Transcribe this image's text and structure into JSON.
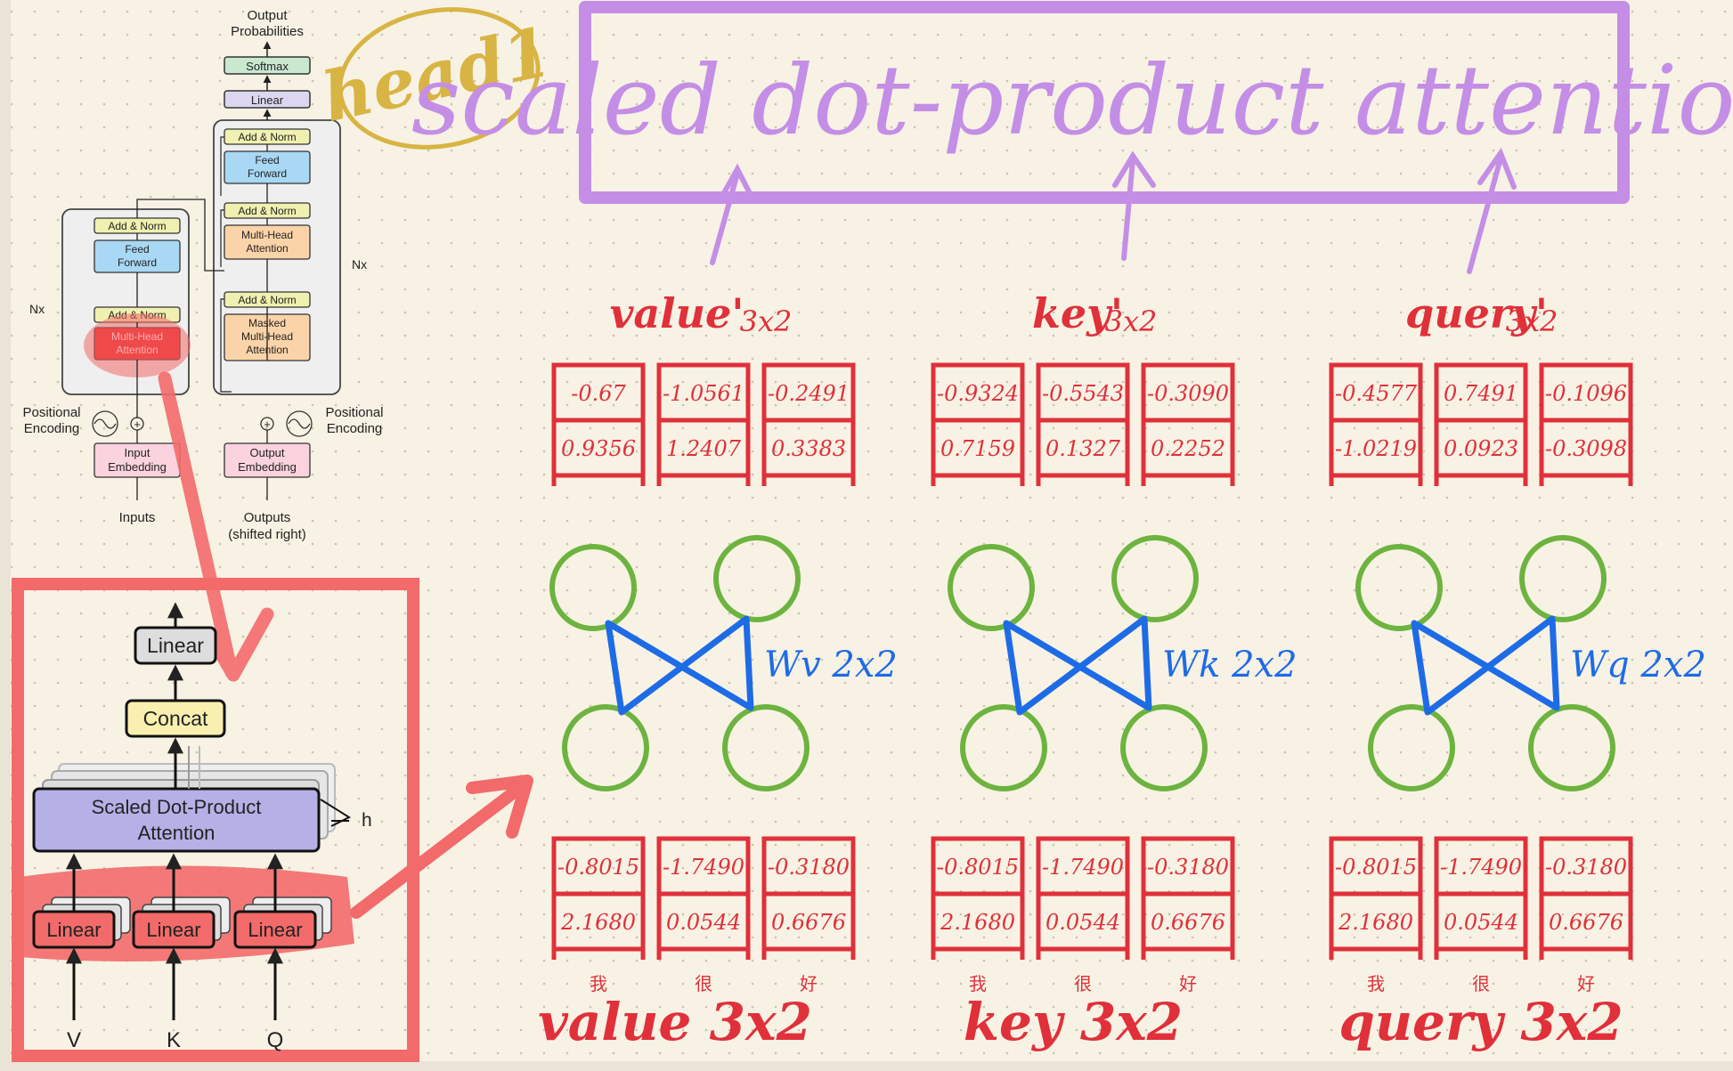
{
  "transformer": {
    "output_probabilities": [
      "Output",
      "Probabilities"
    ],
    "softmax": "Softmax",
    "linear": "Linear",
    "add_norm": "Add & Norm",
    "feed_forward": [
      "Feed",
      "Forward"
    ],
    "multi_head_attention": [
      "Multi-Head",
      "Attention"
    ],
    "masked_multi_head_attention": [
      "Masked",
      "Multi-Head",
      "Attention"
    ],
    "nx": "Nx",
    "positional_encoding": [
      "Positional",
      "Encoding"
    ],
    "input_embedding": [
      "Input",
      "Embedding"
    ],
    "output_embedding": [
      "Output",
      "Embedding"
    ],
    "inputs": "Inputs",
    "outputs": [
      "Outputs",
      "(shifted right)"
    ]
  },
  "multihead": {
    "linear_top": "Linear",
    "concat": "Concat",
    "sdpa": [
      "Scaled Dot-Product",
      "Attention"
    ],
    "h": "h",
    "linear": "Linear",
    "inputs": [
      "V",
      "K",
      "Q"
    ]
  },
  "annotations": {
    "head": "head1",
    "title": "scaled dot-product attention"
  },
  "columns": [
    {
      "id": "value",
      "top_label": "value'",
      "top_dim": "3x2",
      "top_matrix": [
        [
          "-0.67",
          "-1.0561",
          "-0.2491"
        ],
        [
          "0.9356",
          "1.2407",
          "0.3383"
        ]
      ],
      "weight": "Wv 2x2",
      "bottom_matrix": [
        [
          "-0.8015",
          "-1.7490",
          "-0.3180"
        ],
        [
          "2.1680",
          "0.0544",
          "0.6676"
        ]
      ],
      "tokens": [
        "我",
        "很",
        "好"
      ],
      "bottom_label": "value 3x2"
    },
    {
      "id": "key",
      "top_label": "key'",
      "top_dim": "3x2",
      "top_matrix": [
        [
          "-0.9324",
          "-0.5543",
          "-0.3090"
        ],
        [
          "0.7159",
          "0.1327",
          "0.2252"
        ]
      ],
      "weight": "Wk 2x2",
      "bottom_matrix": [
        [
          "-0.8015",
          "-1.7490",
          "-0.3180"
        ],
        [
          "2.1680",
          "0.0544",
          "0.6676"
        ]
      ],
      "tokens": [
        "我",
        "很",
        "好"
      ],
      "bottom_label": "key 3x2"
    },
    {
      "id": "query",
      "top_label": "query'",
      "top_dim": "3x2",
      "top_matrix": [
        [
          "-0.4577",
          "0.7491",
          "-0.1096"
        ],
        [
          "-1.0219",
          "0.0923",
          "-0.3098"
        ]
      ],
      "weight": "Wq 2x2",
      "bottom_matrix": [
        [
          "-0.8015",
          "-1.7490",
          "-0.3180"
        ],
        [
          "2.1680",
          "0.0544",
          "0.6676"
        ]
      ],
      "tokens": [
        "我",
        "很",
        "好"
      ],
      "bottom_label": "query 3x2"
    }
  ],
  "colors": {
    "red_ink": "#e0303a",
    "green_ink": "#6db33f",
    "blue_ink": "#1e6be6",
    "purple_ink": "#c48ee6",
    "gold_ink": "#d8b444",
    "highlight_red": "#f26a6a"
  }
}
